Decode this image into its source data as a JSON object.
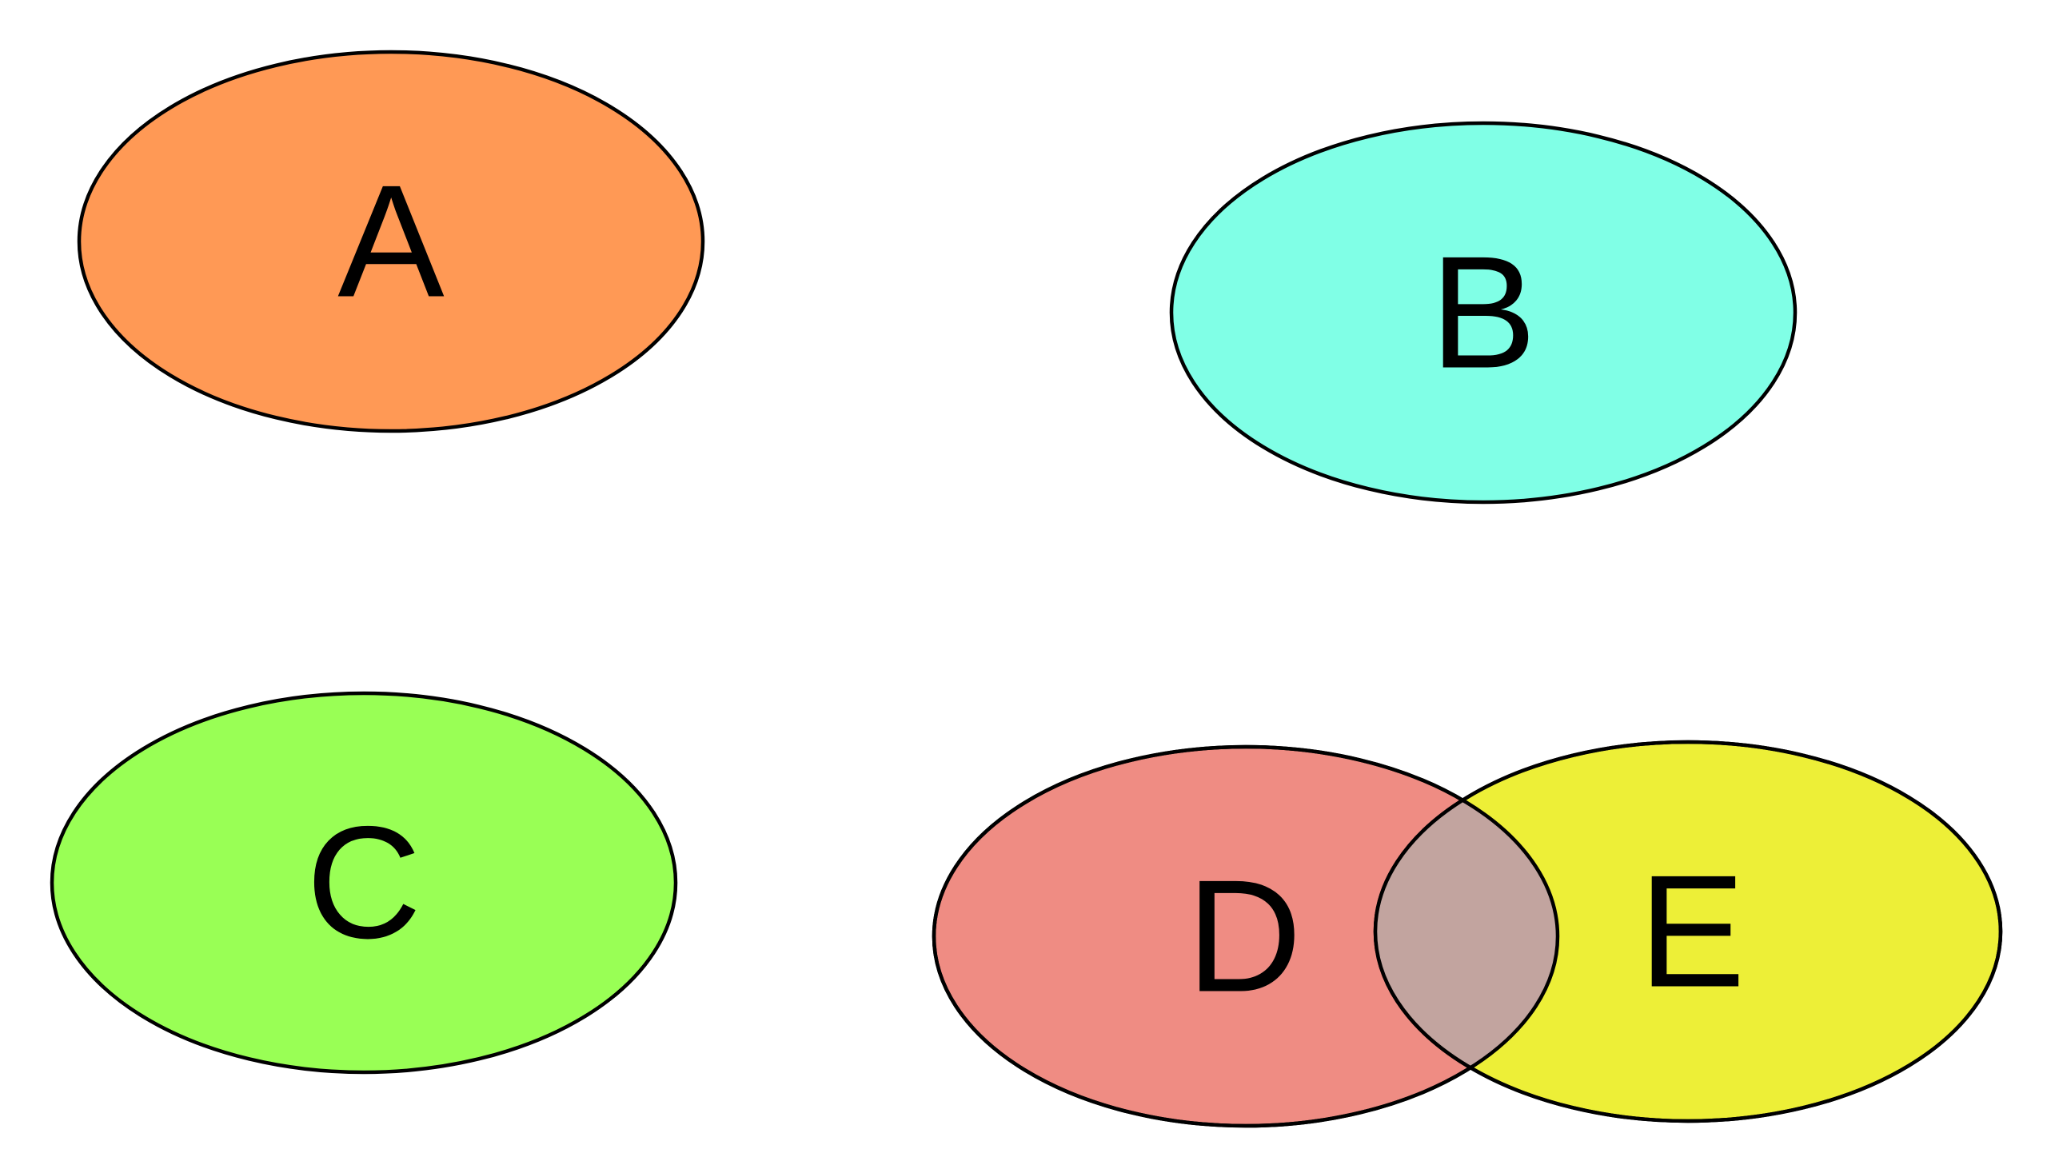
{
  "sets": [
    {
      "id": "A",
      "label": "A",
      "color": "#FF9955"
    },
    {
      "id": "B",
      "label": "B",
      "color": "#80FFE6"
    },
    {
      "id": "C",
      "label": "C",
      "color": "#99FF55"
    },
    {
      "id": "D",
      "label": "D",
      "color": "#EF8C83"
    },
    {
      "id": "E",
      "label": "E",
      "color": "#EDEF37"
    }
  ],
  "intersections": [
    {
      "sets": [
        "D",
        "E"
      ],
      "color": "#C2A49F"
    }
  ]
}
